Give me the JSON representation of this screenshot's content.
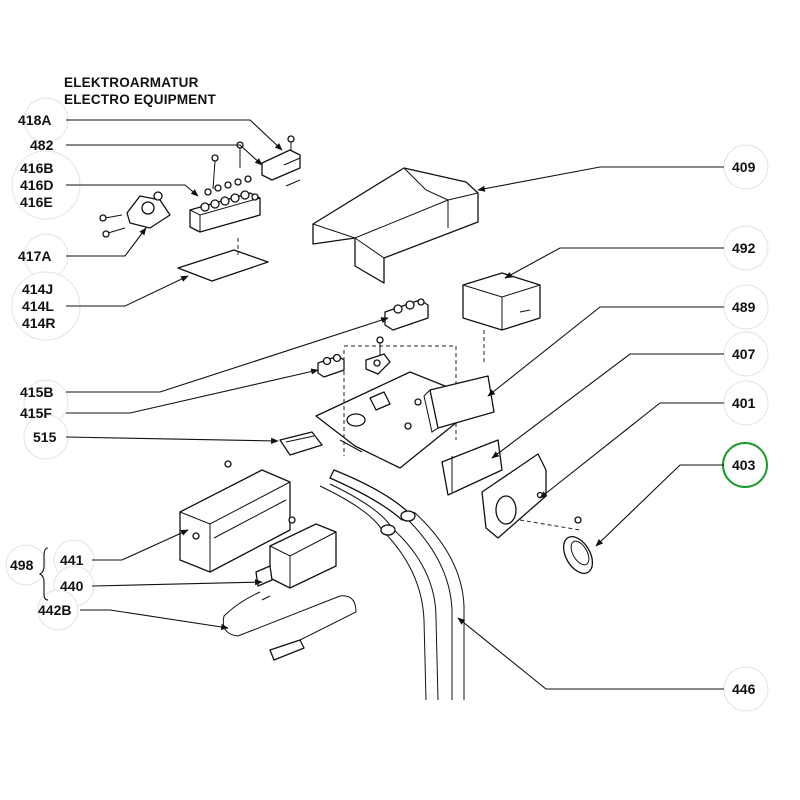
{
  "header": {
    "title_line1": "ELEKTROARMATUR",
    "title_line2": "ELECTRO EQUIPMENT"
  },
  "highlight_color": "#1a9a2a",
  "callouts": {
    "c418a": "418A",
    "c482": "482",
    "c416b": "416B",
    "c416d": "416D",
    "c416e": "416E",
    "c417a": "417A",
    "c414j": "414J",
    "c414l": "414L",
    "c414r": "414R",
    "c415b": "415B",
    "c415f": "415F",
    "c515": "515",
    "c498": "498",
    "c441": "441",
    "c440": "440",
    "c442b": "442B",
    "c409": "409",
    "c492": "492",
    "c489": "489",
    "c407": "407",
    "c401": "401",
    "c403": "403",
    "c446": "446"
  }
}
